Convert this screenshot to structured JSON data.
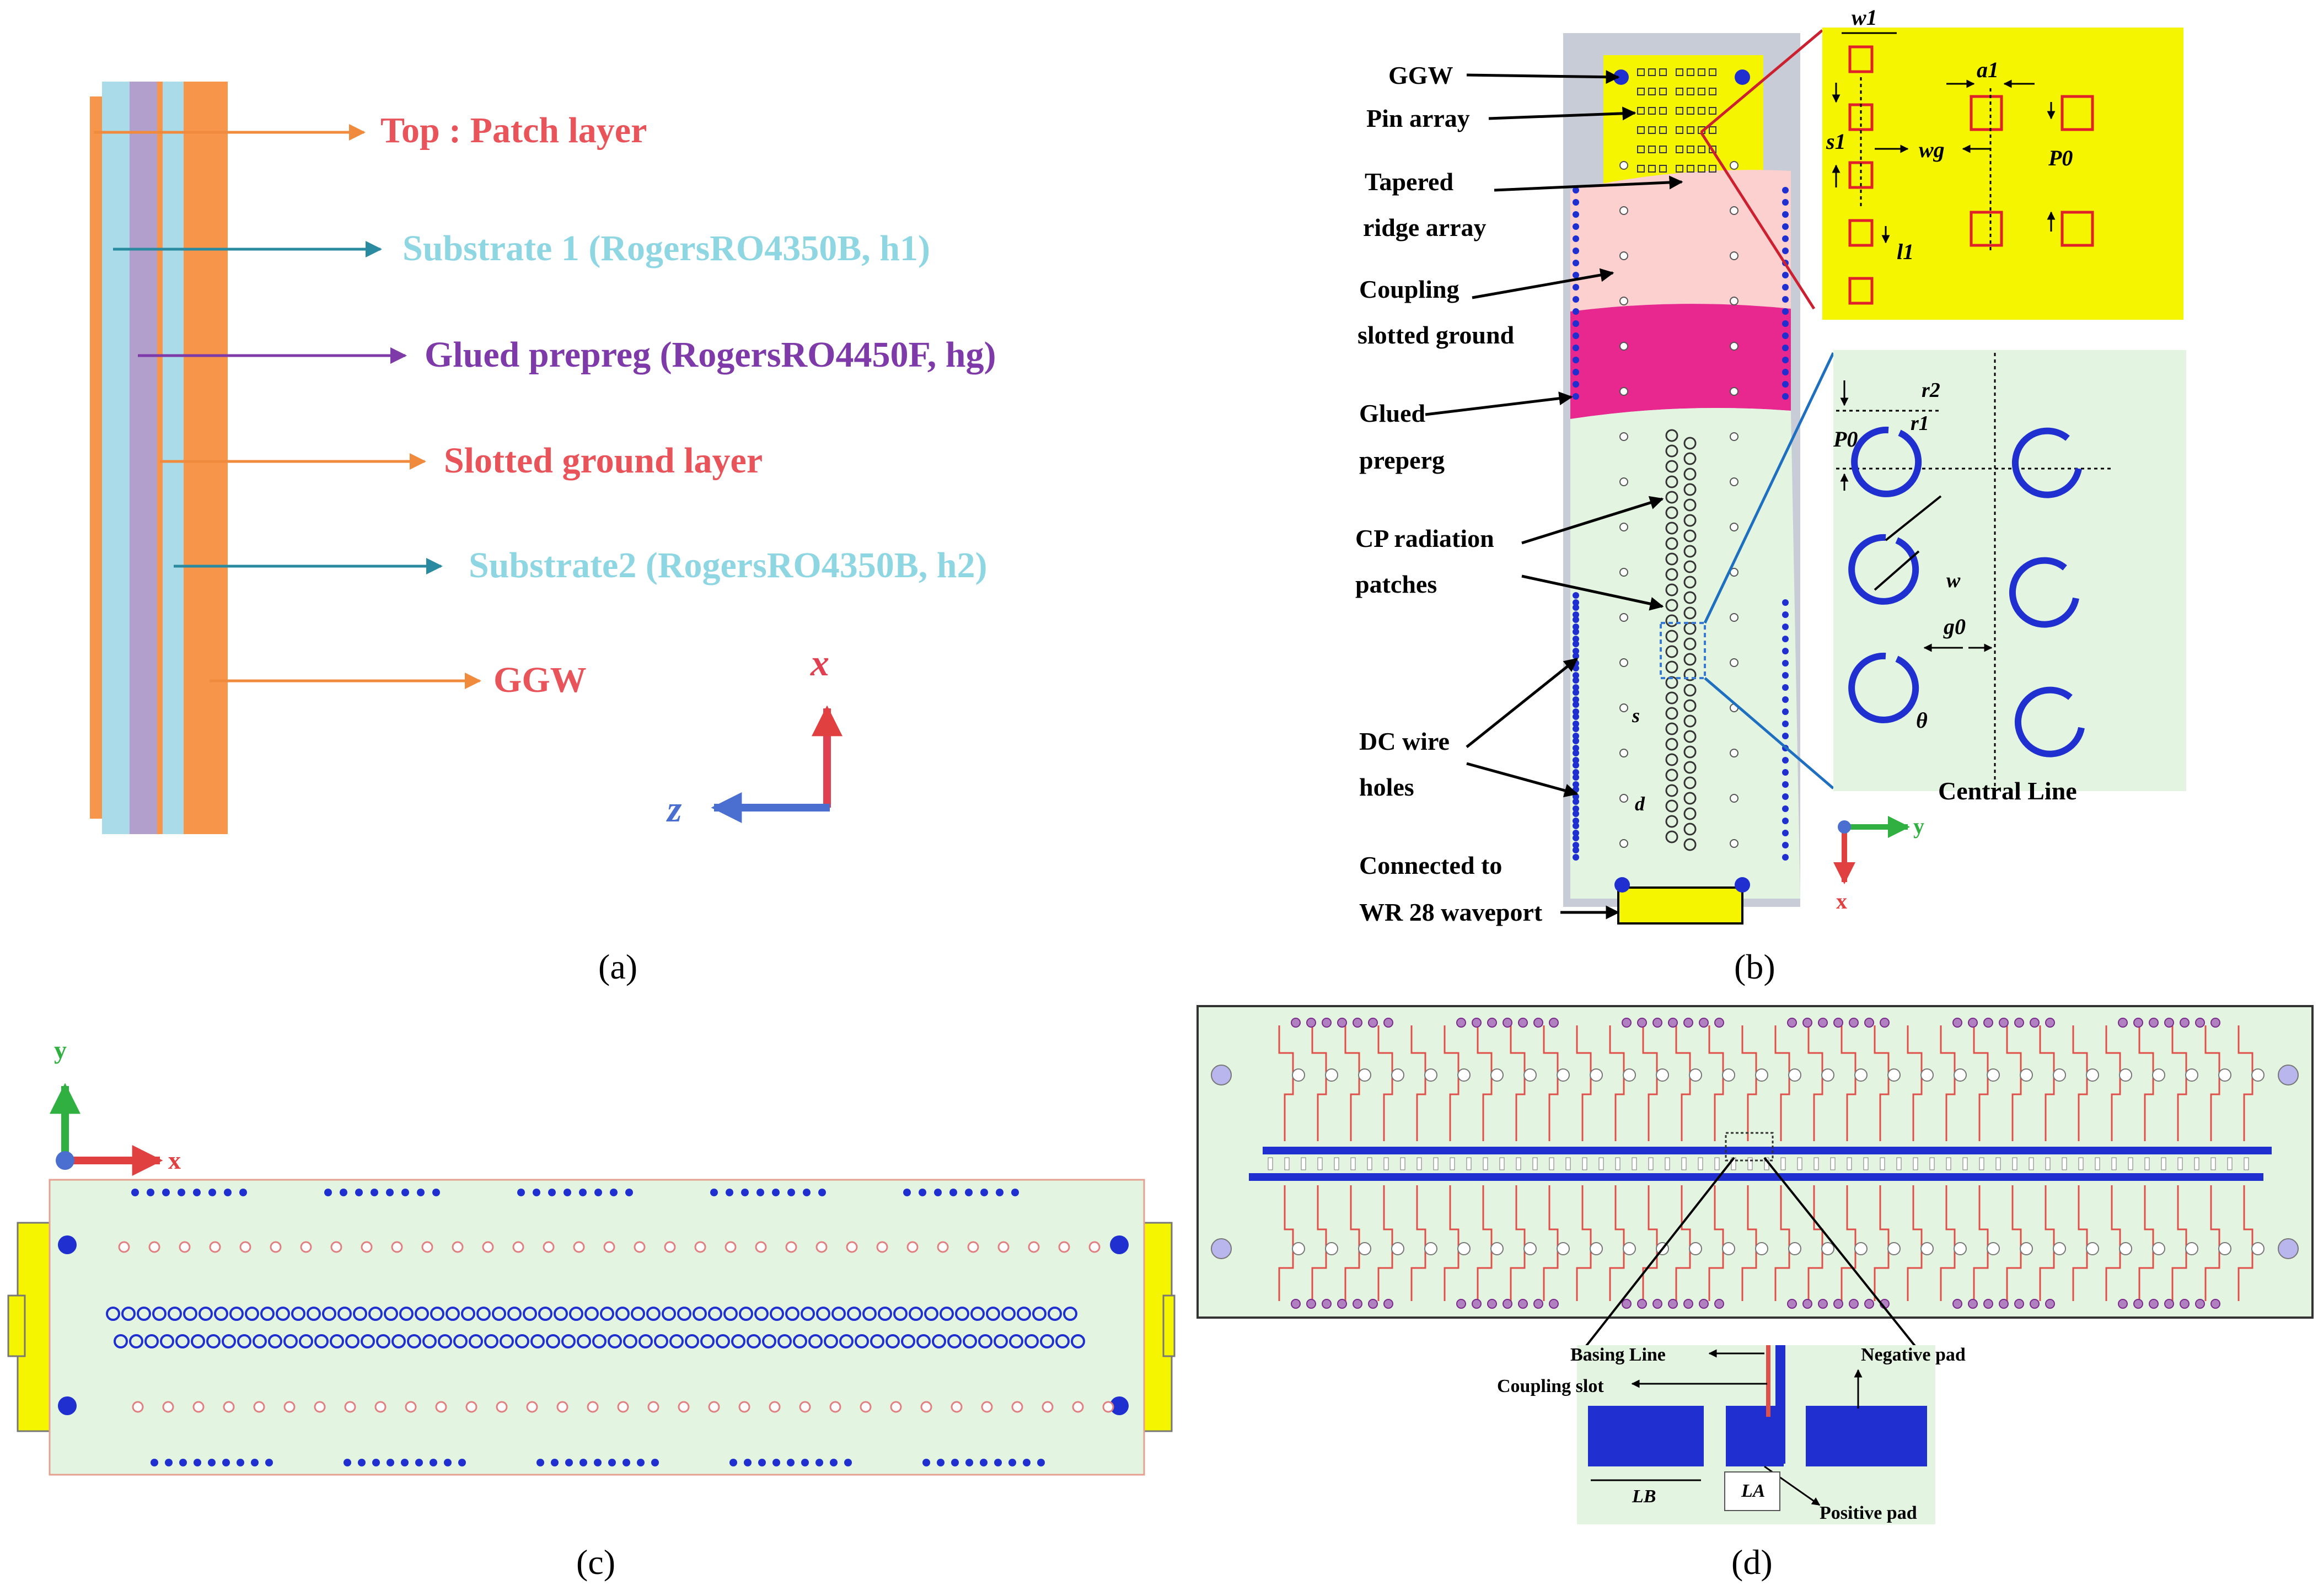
{
  "panel_a": {
    "caption": "(a)",
    "layers": [
      {
        "label": "Top : Patch layer",
        "color": "#e8545a"
      },
      {
        "label": "Substrate 1 (RogersRO4350B, h1)",
        "color": "#8fd6e3"
      },
      {
        "label": "Glued prepreg (RogersRO4450F, hg)",
        "color": "#7d3aa8"
      },
      {
        "label": "Slotted ground layer",
        "color": "#e8545a"
      },
      {
        "label": "Substrate2 (RogersRO4350B, h2)",
        "color": "#8fd6e3"
      },
      {
        "label": "GGW",
        "color": "#e8545a"
      }
    ],
    "axis_x": "x",
    "axis_z": "z"
  },
  "panel_b": {
    "caption": "(b)",
    "labels": {
      "ggw": "GGW",
      "pin_array": "Pin array",
      "tapered_1": "Tapered",
      "tapered_2": "ridge array",
      "coupling_1": "Coupling",
      "coupling_2": "slotted ground",
      "glued_1": "Glued",
      "glued_2": "preperg",
      "cp_1": "CP radiation",
      "cp_2": "patches",
      "dc_1": "DC wire",
      "dc_2": "holes",
      "conn_1": "Connected to",
      "conn_2": "WR 28 waveport",
      "s": "s",
      "d": "d"
    },
    "inset_top": {
      "w1": "w1",
      "a1": "a1",
      "s1": "s1",
      "wg": "wg",
      "P0": "P0",
      "l1": "l1"
    },
    "inset_bottom": {
      "r2": "r2",
      "r1": "r1",
      "P0": "P0",
      "w": "w",
      "g0": "g0",
      "theta": "θ",
      "central_line": "Central Line"
    },
    "axis_y": "y",
    "axis_x": "x"
  },
  "panel_c": {
    "caption": "(c)",
    "axis_y": "y",
    "axis_x": "x"
  },
  "panel_d": {
    "caption": "(d)",
    "labels": {
      "basing_line": "Basing Line",
      "coupling_slot": "Coupling slot",
      "negative_pad": "Negative pad",
      "positive_pad": "Positive pad",
      "lb": "LB",
      "la": "LA"
    }
  },
  "colors": {
    "orange": "#f7954a",
    "substrate": "#a9dce8",
    "prepreg": "#b29fcc",
    "board_green": "#e3f5e0",
    "pink": "#fbd0cf",
    "magenta": "#e8278f",
    "yellow": "#f5f500",
    "blue": "#1f2fd0",
    "red_label": "#e8545a",
    "cyan_label": "#8fd6e3",
    "purple_label": "#7d3aa8"
  }
}
